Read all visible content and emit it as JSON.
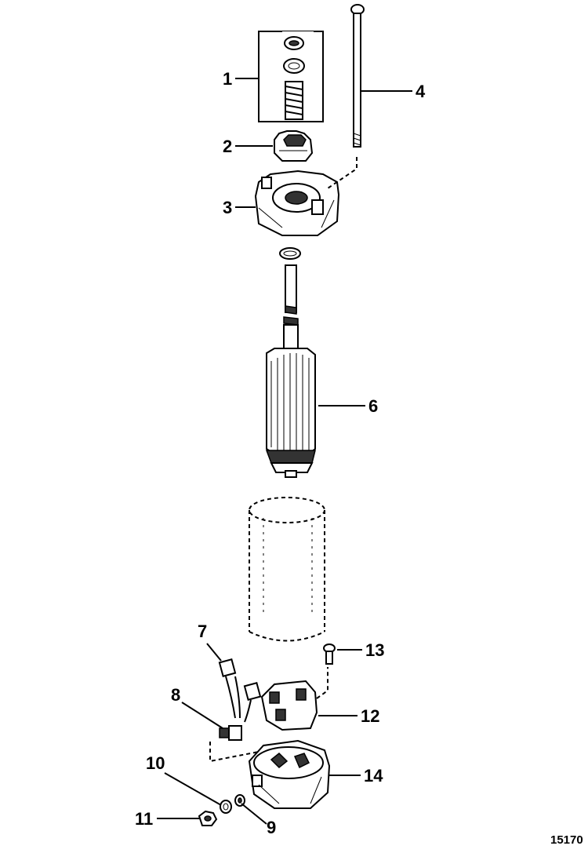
{
  "figure_number": "15170",
  "callouts": [
    {
      "id": "1",
      "text": "1"
    },
    {
      "id": "2",
      "text": "2"
    },
    {
      "id": "3",
      "text": "3"
    },
    {
      "id": "4",
      "text": "4"
    },
    {
      "id": "6",
      "text": "6"
    },
    {
      "id": "7",
      "text": "7"
    },
    {
      "id": "8",
      "text": "8"
    },
    {
      "id": "9",
      "text": "9"
    },
    {
      "id": "10",
      "text": "10"
    },
    {
      "id": "11",
      "text": "11"
    },
    {
      "id": "12",
      "text": "12"
    },
    {
      "id": "13",
      "text": "13"
    },
    {
      "id": "14",
      "text": "14"
    }
  ]
}
